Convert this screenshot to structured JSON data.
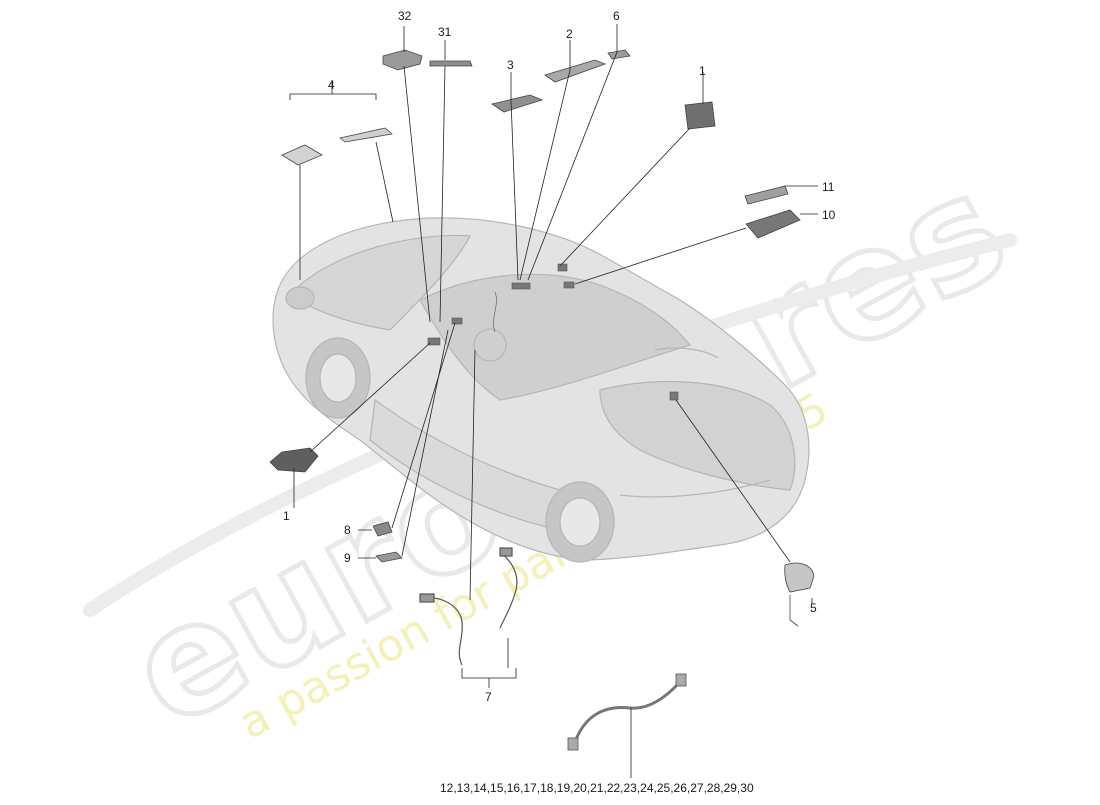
{
  "diagram": {
    "watermark": {
      "brand": "eurospares",
      "tagline": "a passion for parts since 1985"
    },
    "callouts": {
      "c32": "32",
      "c31": "31",
      "c2": "2",
      "c6": "6",
      "c3": "3",
      "c4": "4",
      "c1_top": "1",
      "c11": "11",
      "c10": "10",
      "c1_left": "1",
      "c8": "8",
      "c9": "9",
      "c7": "7",
      "c5": "5",
      "c_cable": "12,13,14,15,16,17,18,19,20,21,22,23,24,25,26,27,28,29,30"
    }
  }
}
